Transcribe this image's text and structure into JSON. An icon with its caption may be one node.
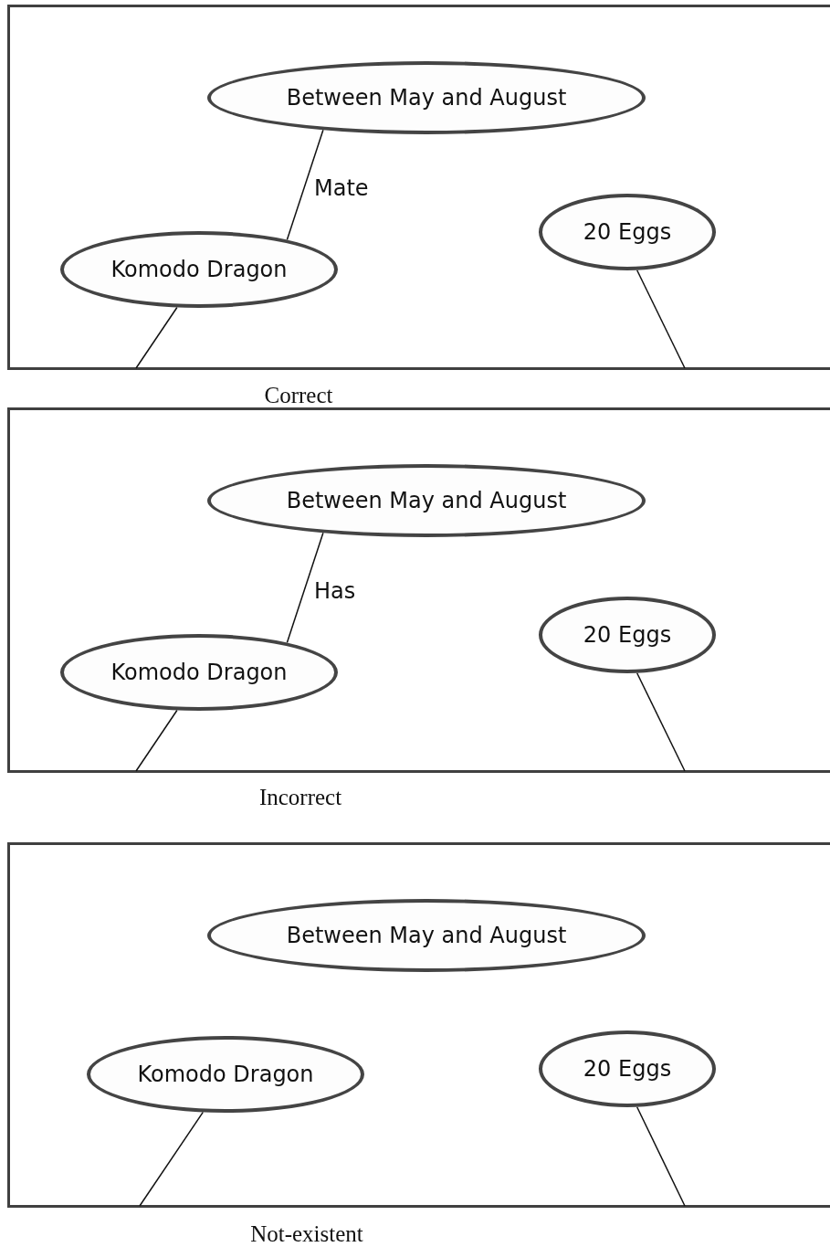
{
  "diagram": {
    "nodes": [
      {
        "text": [],
        "shape": "box",
        "beside": [
          "Correct"
        ]
      },
      {
        "text": [
          "Between May and August"
        ],
        "in": 0
      },
      {
        "text": [
          "Komodo Dragon"
        ],
        "in": 0
      },
      {
        "text": [
          "20 Eggs"
        ],
        "in": 0
      },
      {
        "text": [],
        "shape": "box",
        "beside": [
          "Incorrect"
        ]
      },
      {
        "text": [
          "Between May and August"
        ],
        "in": 4
      },
      {
        "text": [
          "Komodo Dragon"
        ],
        "in": 4
      },
      {
        "text": [
          "20 Eggs"
        ],
        "in": 4
      },
      {
        "text": [],
        "shape": "box",
        "beside": [
          "Not-existent"
        ]
      },
      {
        "text": [
          "Between May and August"
        ],
        "in": 8
      },
      {
        "text": [
          "Komodo Dragon"
        ],
        "in": 8
      },
      {
        "text": [
          "20 Eggs"
        ],
        "in": 8
      }
    ],
    "edges": [
      {
        "from": 1,
        "to": 2,
        "arrow": "none",
        "label": "Mate"
      },
      {
        "from": 2,
        "to": null,
        "arrow": "none"
      },
      {
        "from": 3,
        "to": null,
        "arrow": "none"
      },
      {
        "from": 5,
        "to": 6,
        "arrow": "none",
        "label": "Has"
      },
      {
        "from": 6,
        "to": null,
        "arrow": "none"
      },
      {
        "from": 7,
        "to": null,
        "arrow": "none"
      },
      {
        "from": 10,
        "to": null,
        "arrow": "none"
      },
      {
        "from": 11,
        "to": null,
        "arrow": "none"
      }
    ]
  }
}
